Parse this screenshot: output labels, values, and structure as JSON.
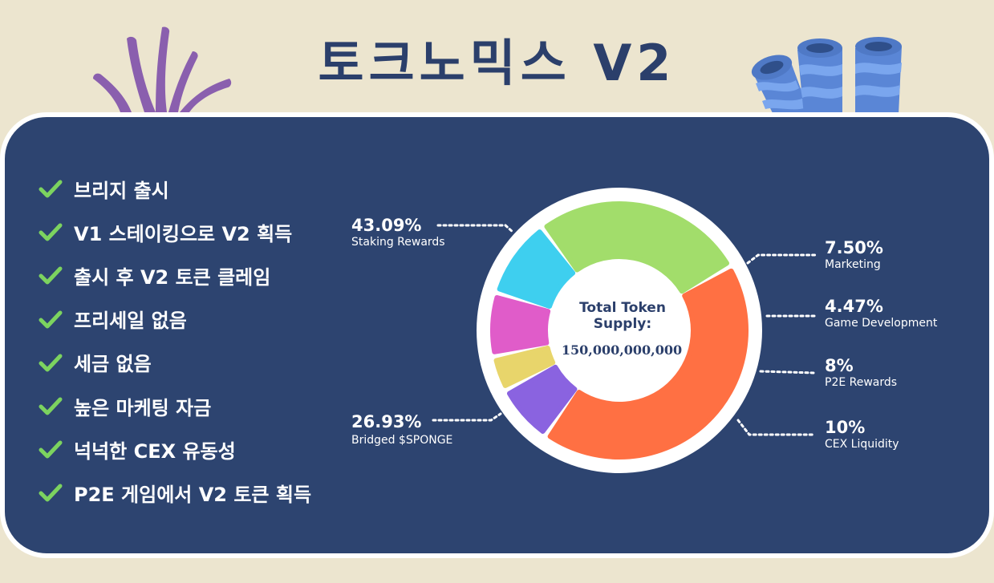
{
  "header": {
    "title": "토크노믹스 V2"
  },
  "features": [
    "브리지 출시",
    "V1 스테이킹으로 V2 획득",
    "출시 후 V2 토큰 클레임",
    "프리세일 없음",
    "세금 없음",
    "높은 마케팅 자금",
    "넉넉한 CEX 유동성",
    "P2E 게임에서 V2 토큰 획득"
  ],
  "chart_data": {
    "type": "pie",
    "title": "Total Token Supply:",
    "total_supply": "150,000,000,000",
    "slices": [
      {
        "label": "Staking Rewards",
        "pct_label": "43.09%",
        "value": 43.09,
        "color": "#ff7043"
      },
      {
        "label": "Marketing",
        "pct_label": "7.50%",
        "value": 7.5,
        "color": "#8a63e0"
      },
      {
        "label": "Game Development",
        "pct_label": "4.47%",
        "value": 4.47,
        "color": "#e8d56b"
      },
      {
        "label": "P2E Rewards",
        "pct_label": "8%",
        "value": 8,
        "color": "#e05cc9"
      },
      {
        "label": "CEX Liquidity",
        "pct_label": "10%",
        "value": 10,
        "color": "#3ecfef"
      },
      {
        "label": "Bridged $SPONGE",
        "pct_label": "26.93%",
        "value": 26.93,
        "color": "#a2dd6b"
      }
    ]
  },
  "colors": {
    "background": "#ece5cf",
    "panel": "#2d4470",
    "check": "#7cd35f",
    "title": "#2b3f6b"
  }
}
